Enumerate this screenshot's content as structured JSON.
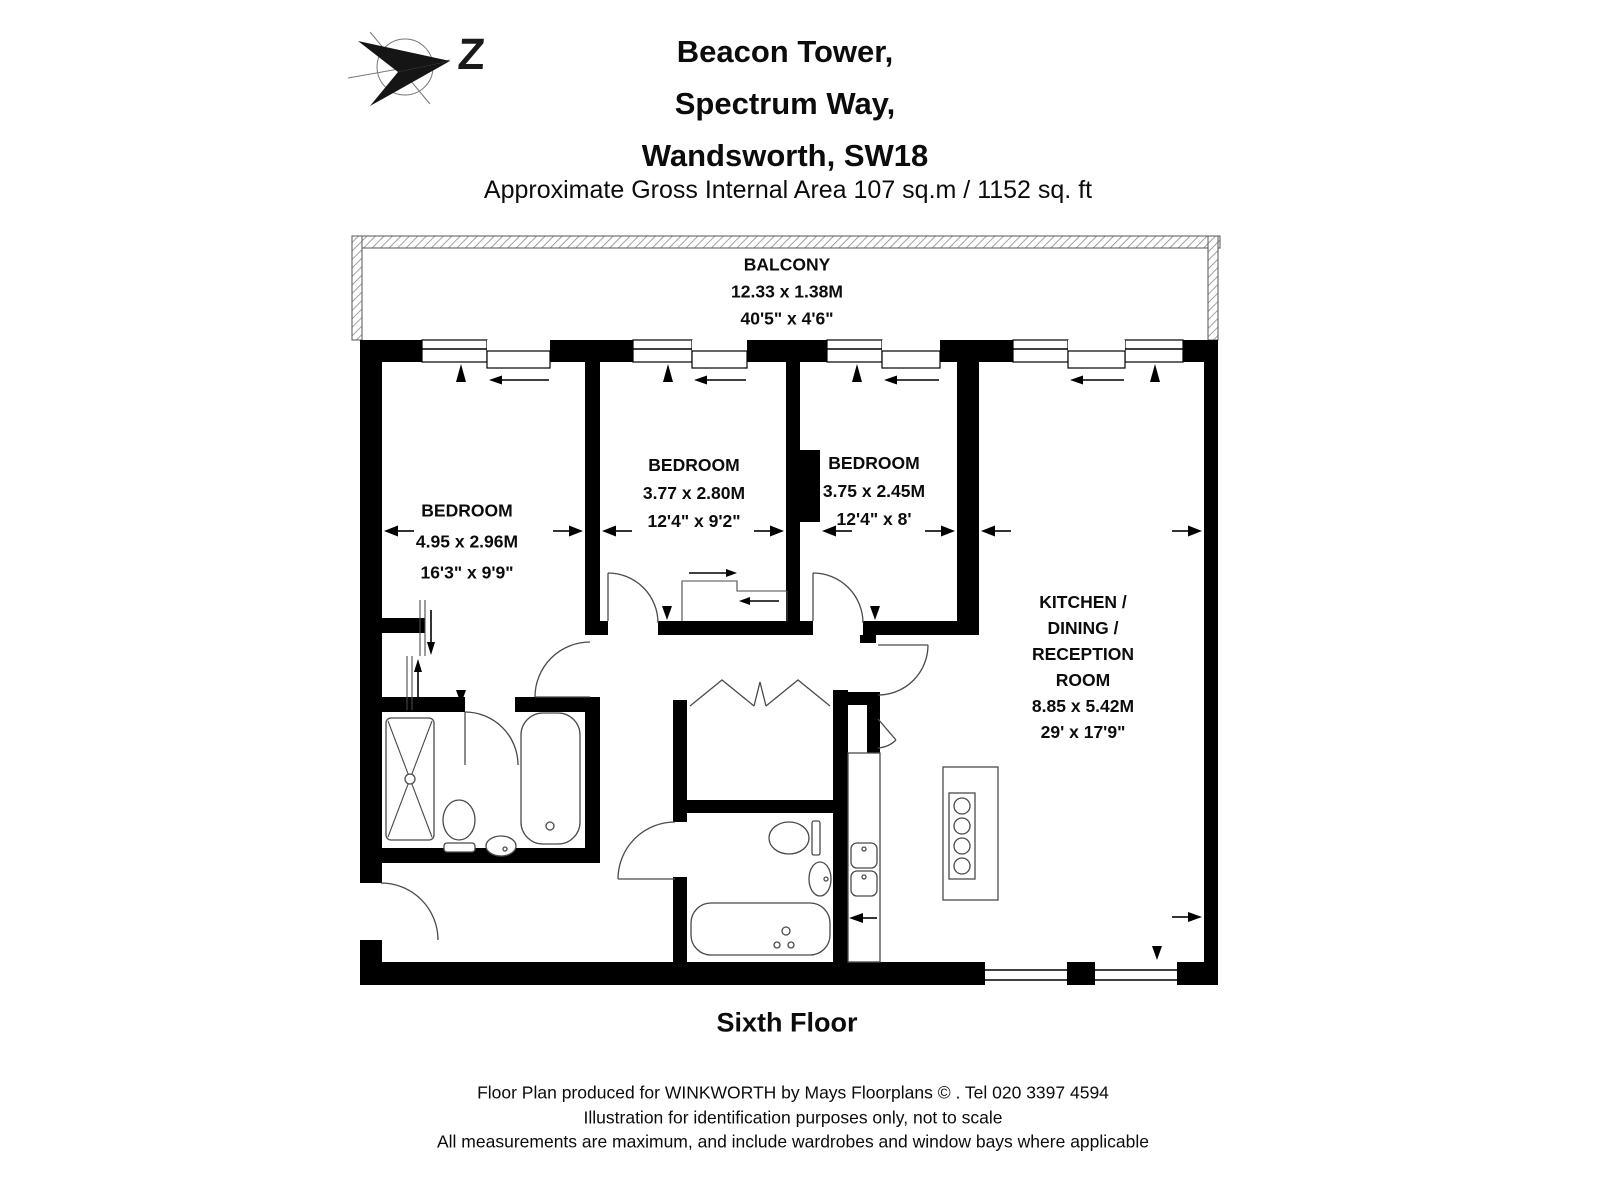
{
  "compass": {
    "letter": "Z"
  },
  "header": {
    "title_line1": "Beacon Tower,",
    "title_line2": "Spectrum Way,",
    "title_line3": "Wandsworth, SW18",
    "area_line": "Approximate Gross Internal Area 107 sq.m  /  1152 sq. ft"
  },
  "rooms": {
    "balcony": {
      "name": "BALCONY",
      "metric": "12.33 x 1.38M",
      "imperial": "40'5\" x 4'6\""
    },
    "bedroom1": {
      "name": "BEDROOM",
      "metric": "4.95 x 2.96M",
      "imperial": "16'3\" x 9'9\""
    },
    "bedroom2": {
      "name": "BEDROOM",
      "metric": "3.77 x 2.80M",
      "imperial": "12'4\" x 9'2\""
    },
    "bedroom3": {
      "name": "BEDROOM",
      "metric": "3.75 x 2.45M",
      "imperial": "12'4\" x 8'"
    },
    "kitchen": {
      "name_lines": [
        "KITCHEN /",
        "DINING /",
        "RECEPTION",
        "ROOM"
      ],
      "metric": "8.85 x 5.42M",
      "imperial": "29' x 17'9\""
    }
  },
  "floor": {
    "label": "Sixth Floor"
  },
  "footer": {
    "line1": "Floor Plan produced for WINKWORTH by Mays Floorplans  © . Tel 020 3397 4594",
    "line2": "Illustration for identification purposes only, not to scale",
    "line3": "All measurements are maximum, and include wardrobes and window bays where applicable"
  },
  "colors": {
    "wall": "#000000",
    "fixture_line": "#4a4a4a",
    "balcony_hatch": "#888888",
    "background": "#ffffff",
    "text": "#0c0c0c"
  }
}
